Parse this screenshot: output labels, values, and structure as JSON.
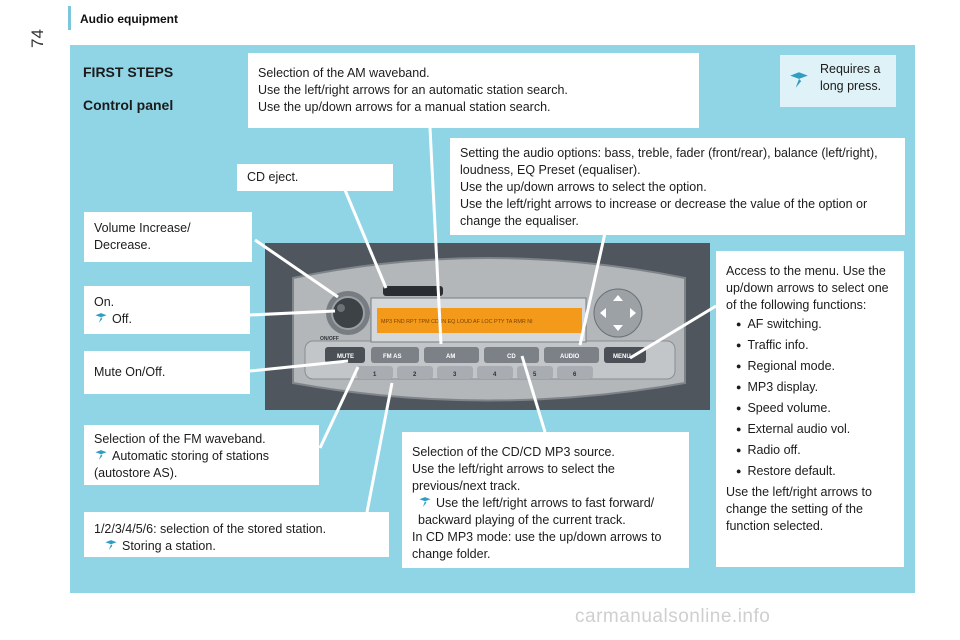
{
  "page": {
    "number": "74",
    "section": "Audio equipment"
  },
  "headings": {
    "first_steps": "FIRST STEPS",
    "control_panel": "Control panel"
  },
  "note": {
    "long_press": "Requires a long press."
  },
  "callouts": {
    "am": [
      "Selection of the AM waveband.",
      "Use the left/right arrows for an automatic station search.",
      "Use the up/down arrows for a manual station search."
    ],
    "audio": [
      "Setting the audio options: bass, treble, fader (front/rear), balance (left/right), loudness, EQ Preset (equaliser).",
      "Use the up/down arrows to select the option.",
      "Use the left/right arrows to increase or decrease the value of the option or change the equaliser."
    ],
    "cd_eject": "CD eject.",
    "volume": "Volume Increase/ Decrease.",
    "on": "On.",
    "off": "Off.",
    "mute": "Mute On/Off.",
    "fm": {
      "line1": "Selection of the FM waveband.",
      "line2": "Automatic storing of stations (autostore AS)."
    },
    "presets": {
      "line1": "1/2/3/4/5/6: selection of the stored station.",
      "line2": "Storing a station."
    },
    "cd": {
      "line1": "Selection of the CD/CD MP3 source.",
      "line2": "Use the left/right arrows to select the previous/next track.",
      "line3": "Use the left/right arrows to fast forward/ backward playing of the current track.",
      "line4": "In CD MP3 mode: use the up/down arrows to change folder."
    },
    "menu": {
      "intro": "Access to the menu. Use the up/down arrows to select one of the following functions:",
      "items": [
        "AF switching.",
        "Traffic info.",
        "Regional mode.",
        "MP3 display.",
        "Speed volume.",
        "External audio vol.",
        "Radio off.",
        "Restore default."
      ],
      "outro": "Use the left/right arrows to change the setting of the function selected."
    }
  },
  "radio": {
    "buttons": {
      "on_off": "ON/OFF",
      "mute": "MUTE",
      "fm": "FM AS",
      "am": "AM",
      "cd": "CD",
      "audio": "AUDIO",
      "menu": "MENU"
    },
    "presets": [
      "1",
      "2",
      "3",
      "4",
      "5",
      "6"
    ],
    "display_text": "MP3 FND RPT TPM CD-IN EQ LOUD AF LOC PTY TA RMR NI"
  },
  "watermark": "carmanualsonline.info",
  "colors": {
    "panel": "#8fd5e6",
    "tip_icon": "#2f9ec2",
    "radio_body": "#555b62",
    "display": "#f39a1a"
  }
}
